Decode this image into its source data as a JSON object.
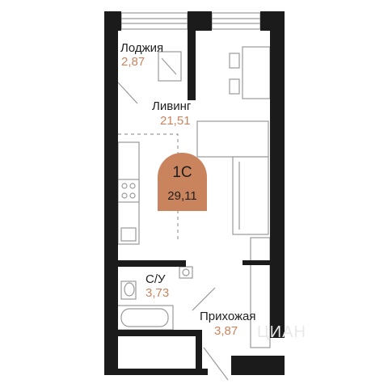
{
  "colors": {
    "wall": "#1b1b1b",
    "accent": "#c9845e",
    "line": "#9a9a9a"
  },
  "unit": {
    "type": "1С",
    "area": "29,11"
  },
  "rooms": [
    {
      "name": "Лоджия",
      "area": "2,87"
    },
    {
      "name": "Ливинг",
      "area": "21,51"
    },
    {
      "name": "С/У",
      "area": "3,73"
    },
    {
      "name": "Прихожая",
      "area": "3,87"
    }
  ],
  "watermark": "ЦИАН"
}
